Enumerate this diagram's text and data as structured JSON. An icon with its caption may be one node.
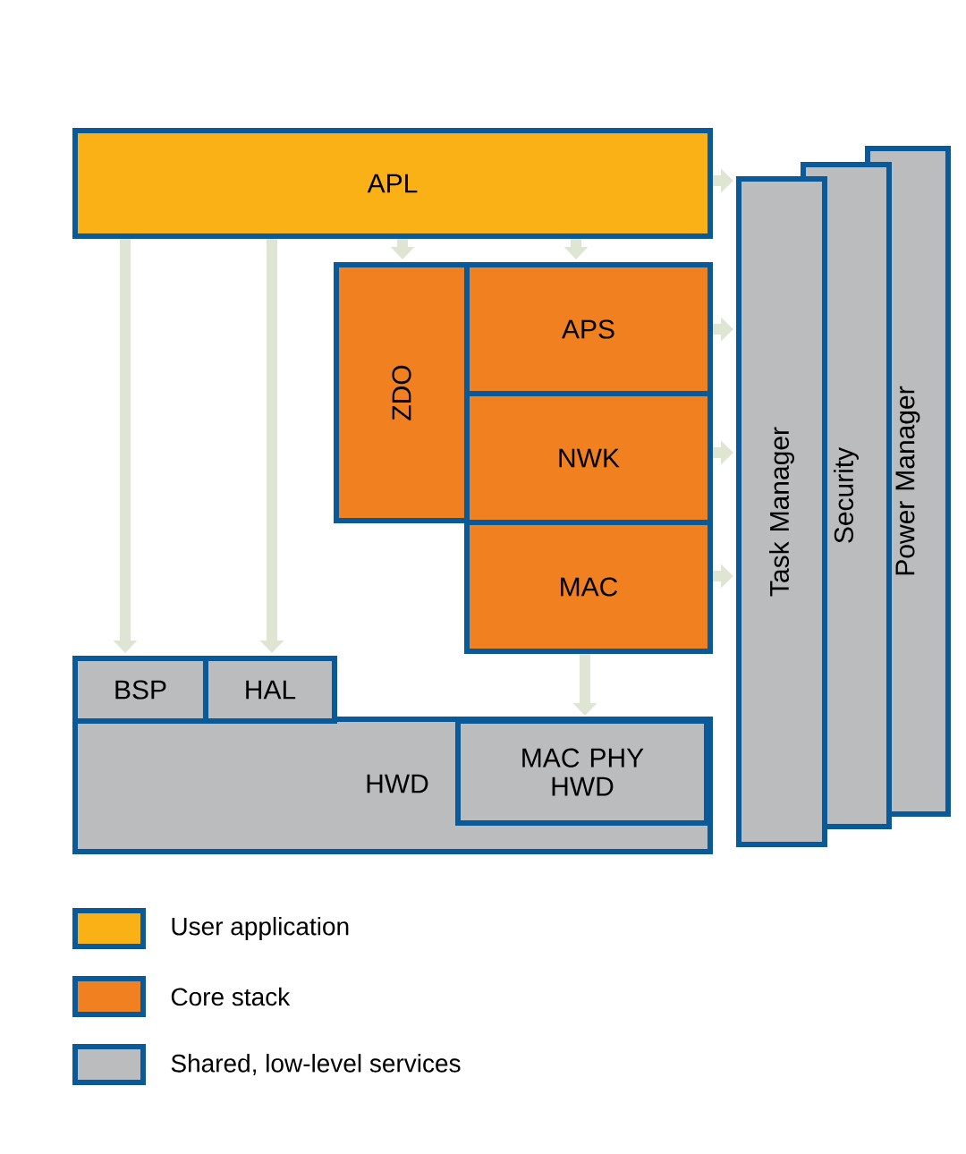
{
  "diagram": {
    "nodes": [
      {
        "text": [
          "APL"
        ]
      },
      {
        "text": [
          "ZDO"
        ]
      },
      {
        "text": [
          "APS"
        ]
      },
      {
        "text": [
          "NWK"
        ]
      },
      {
        "text": [
          "MAC"
        ]
      },
      {
        "text": [
          "HWD"
        ]
      },
      {
        "text": [
          "BSP"
        ]
      },
      {
        "text": [
          "HAL"
        ]
      },
      {
        "text": [
          "MAC PHY HWD"
        ],
        "in": 5
      },
      {
        "text": [
          "Task Manager"
        ]
      },
      {
        "text": [
          "Security"
        ]
      },
      {
        "text": [
          "Power Manager"
        ]
      }
    ],
    "edges": [
      {
        "from": 0,
        "to": 6,
        "arrow": "to"
      },
      {
        "from": 0,
        "to": 7,
        "arrow": "to"
      },
      {
        "from": 0,
        "to": 1,
        "arrow": "to"
      },
      {
        "from": 0,
        "to": 2,
        "arrow": "to"
      },
      {
        "from": 0,
        "to": 9,
        "arrow": "to"
      },
      {
        "from": 2,
        "to": 9,
        "arrow": "to"
      },
      {
        "from": 3,
        "to": 9,
        "arrow": "to"
      },
      {
        "from": 4,
        "to": 9,
        "arrow": "to"
      },
      {
        "from": 4,
        "to": 8,
        "arrow": "to"
      }
    ],
    "legend": [
      {
        "text": "User application",
        "color": "#f9b116"
      },
      {
        "text": "Core stack",
        "color": "#f08020"
      },
      {
        "text": "Shared, low-level services",
        "color": "#bbbcbe"
      }
    ]
  }
}
